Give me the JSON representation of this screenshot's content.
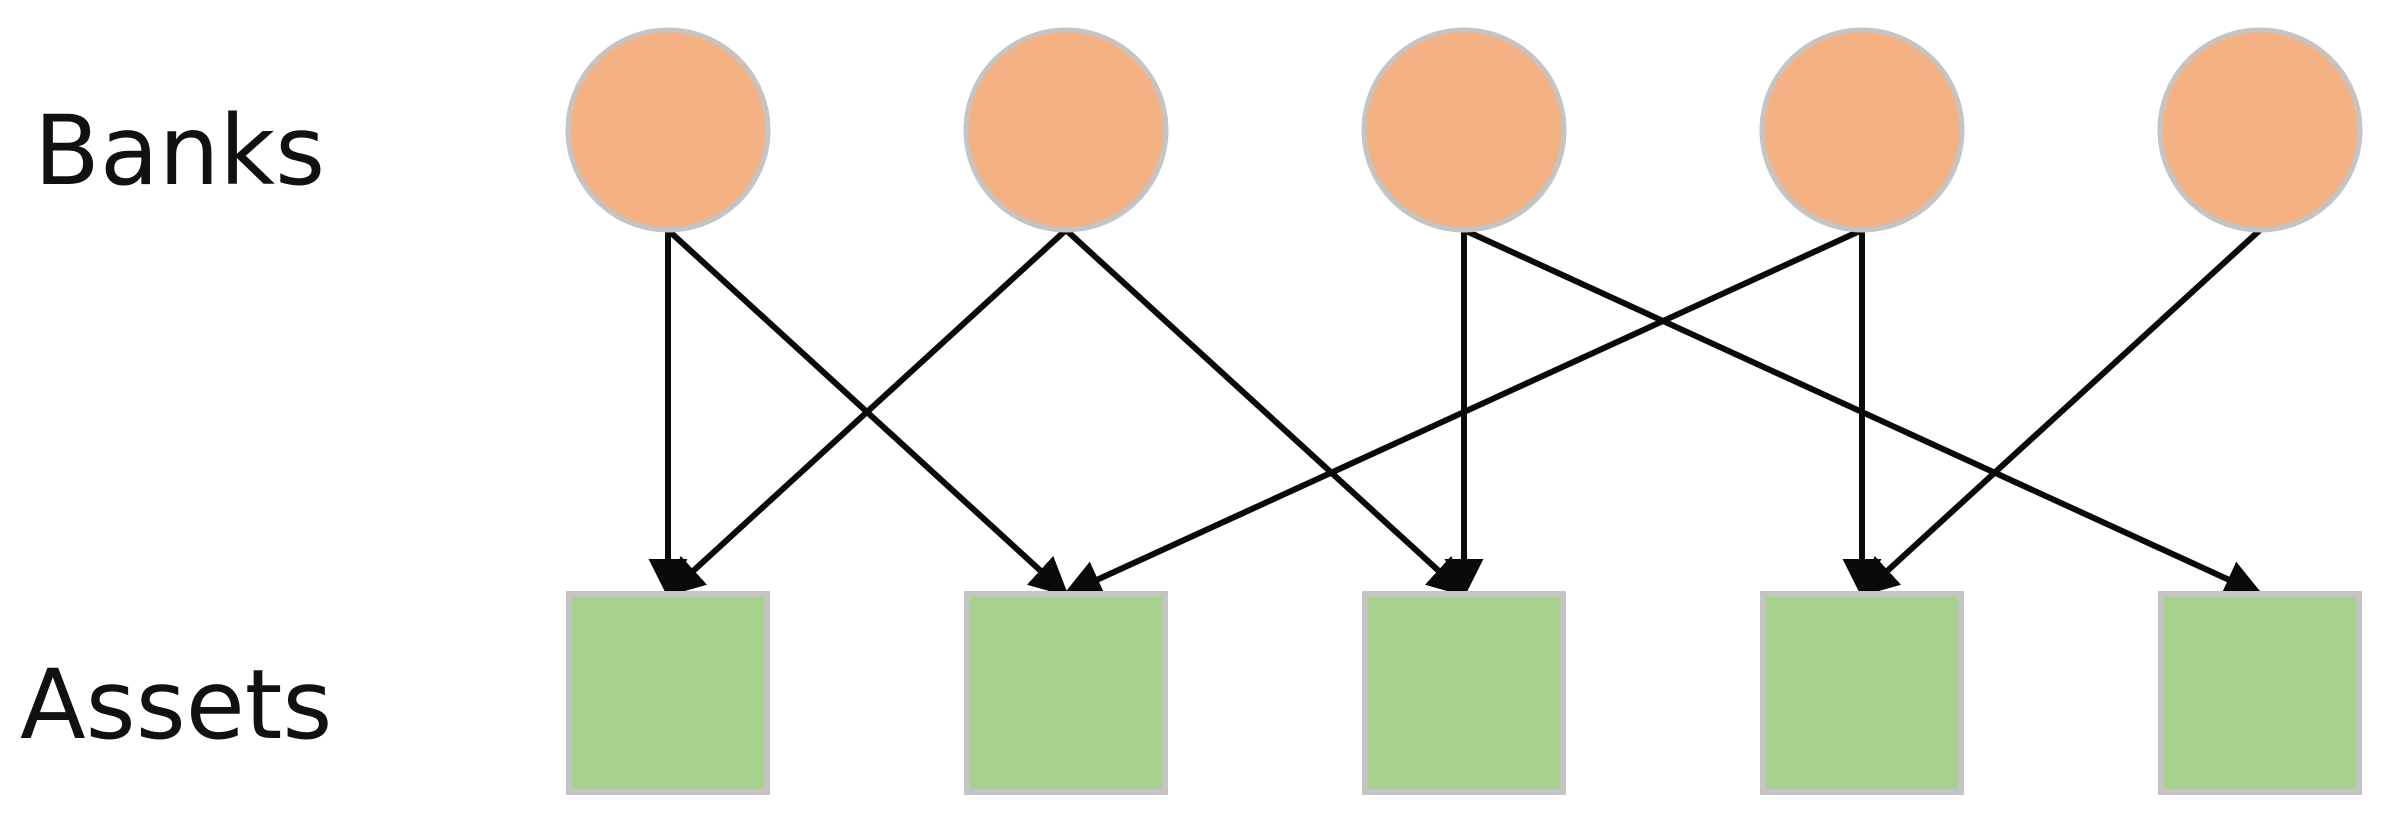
{
  "labels": {
    "banks": "Banks",
    "assets": "Assets"
  },
  "banks": [
    {
      "id": "b1"
    },
    {
      "id": "b2"
    },
    {
      "id": "b3"
    },
    {
      "id": "b4"
    },
    {
      "id": "b5"
    }
  ],
  "assets": [
    {
      "id": "a1"
    },
    {
      "id": "a2"
    },
    {
      "id": "a3"
    },
    {
      "id": "a4"
    },
    {
      "id": "a5"
    }
  ],
  "edges": [
    {
      "from": 0,
      "to": 0
    },
    {
      "from": 0,
      "to": 1
    },
    {
      "from": 1,
      "to": 0
    },
    {
      "from": 1,
      "to": 2
    },
    {
      "from": 2,
      "to": 2
    },
    {
      "from": 2,
      "to": 4
    },
    {
      "from": 3,
      "to": 1
    },
    {
      "from": 3,
      "to": 3
    },
    {
      "from": 4,
      "to": 3
    }
  ],
  "colors": {
    "bank_fill": "#f4b183",
    "asset_fill": "#a9d18e",
    "node_stroke": "#c4c4c4",
    "edge": "#0a0a0a"
  }
}
